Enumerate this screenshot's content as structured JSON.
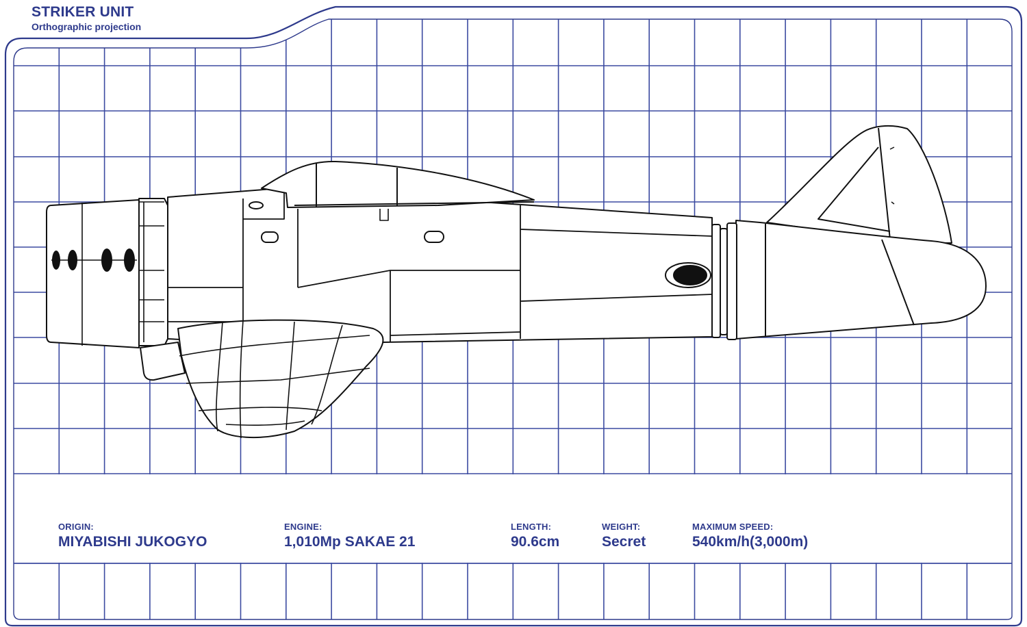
{
  "header": {
    "title": "STRIKER UNIT",
    "subtitle": "Orthographic projection"
  },
  "colors": {
    "frame": "#2e3a8c",
    "grid": "#3b4aa0",
    "ink": "#111111",
    "paper": "#ffffff"
  },
  "specs": {
    "origin": {
      "label": "ORIGIN:",
      "value": "MIYABISHI JUKOGYO"
    },
    "engine": {
      "label": "ENGINE:",
      "value": "1,010Mp SAKAE 21"
    },
    "length": {
      "label": "LENGTH:",
      "value": "90.6cm"
    },
    "weight": {
      "label": "WEIGHT:",
      "value": "Secret"
    },
    "max_speed": {
      "label": "MAXIMUM SPEED:",
      "value": "540km/h(3,000m)"
    }
  }
}
